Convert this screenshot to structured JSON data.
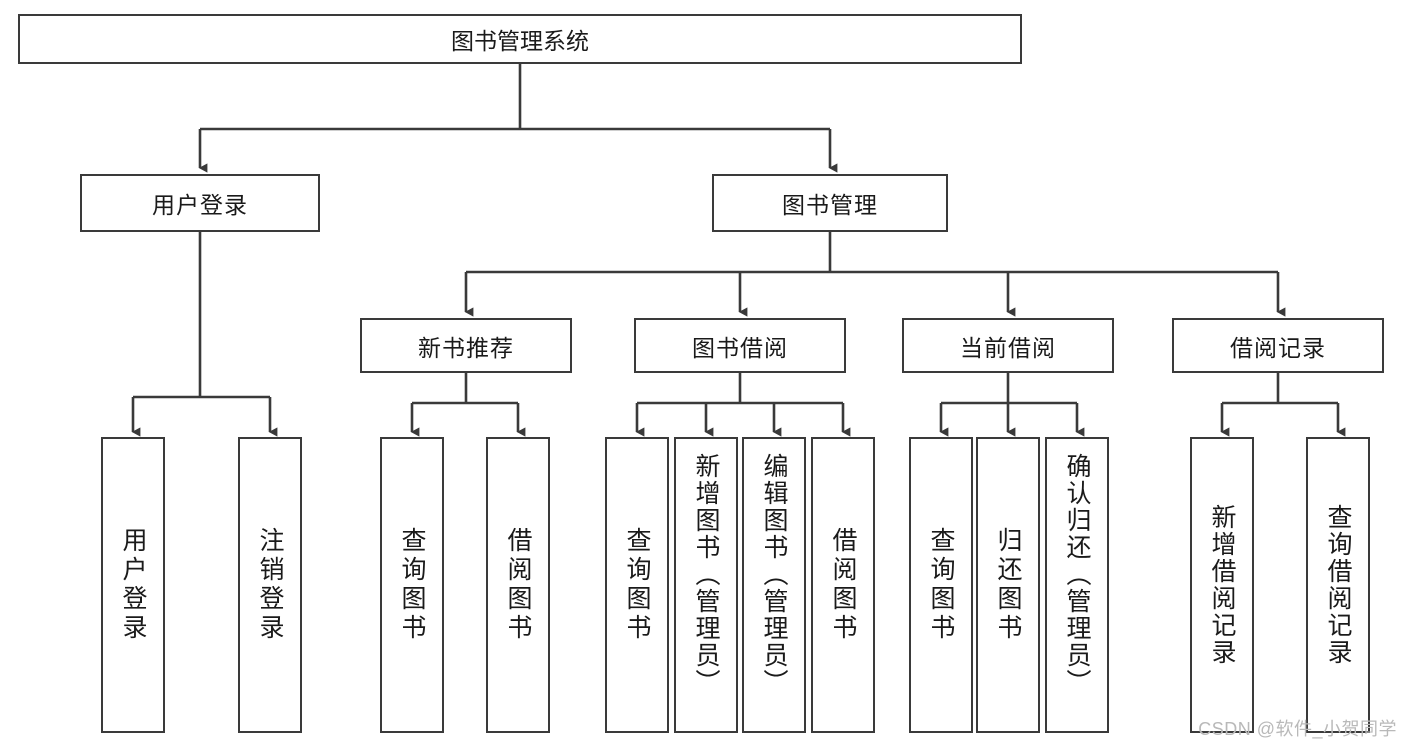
{
  "diagram": {
    "title": "图书管理系统",
    "type": "tree-hierarchy-chart",
    "background_color": "#ffffff",
    "line_color": "#3a3a3a",
    "text_color": "#1a1a1a"
  },
  "root": {
    "label": "图书管理系统"
  },
  "level2": [
    {
      "label": "用户登录"
    },
    {
      "label": "图书管理"
    }
  ],
  "level3": [
    {
      "label": "新书推荐"
    },
    {
      "label": "图书借阅"
    },
    {
      "label": "当前借阅"
    },
    {
      "label": "借阅记录"
    }
  ],
  "leaves": [
    {
      "label": "用户登录",
      "parent": "用户登录"
    },
    {
      "label": "注销登录",
      "parent": "用户登录"
    },
    {
      "label": "查询图书",
      "parent": "新书推荐"
    },
    {
      "label": "借阅图书",
      "parent": "新书推荐"
    },
    {
      "label": "查询图书",
      "parent": "图书借阅"
    },
    {
      "label": "新增图书（管理员）",
      "parent": "图书借阅"
    },
    {
      "label": "编辑图书（管理员）",
      "parent": "图书借阅"
    },
    {
      "label": "借阅图书",
      "parent": "图书借阅"
    },
    {
      "label": "查询图书",
      "parent": "当前借阅"
    },
    {
      "label": "归还图书",
      "parent": "当前借阅"
    },
    {
      "label": "确认归还（管理员）",
      "parent": "当前借阅"
    },
    {
      "label": "新增借阅记录",
      "parent": "借阅记录"
    },
    {
      "label": "查询借阅记录",
      "parent": "借阅记录"
    }
  ],
  "watermark": {
    "text": "CSDN @软件_小贺同学"
  }
}
